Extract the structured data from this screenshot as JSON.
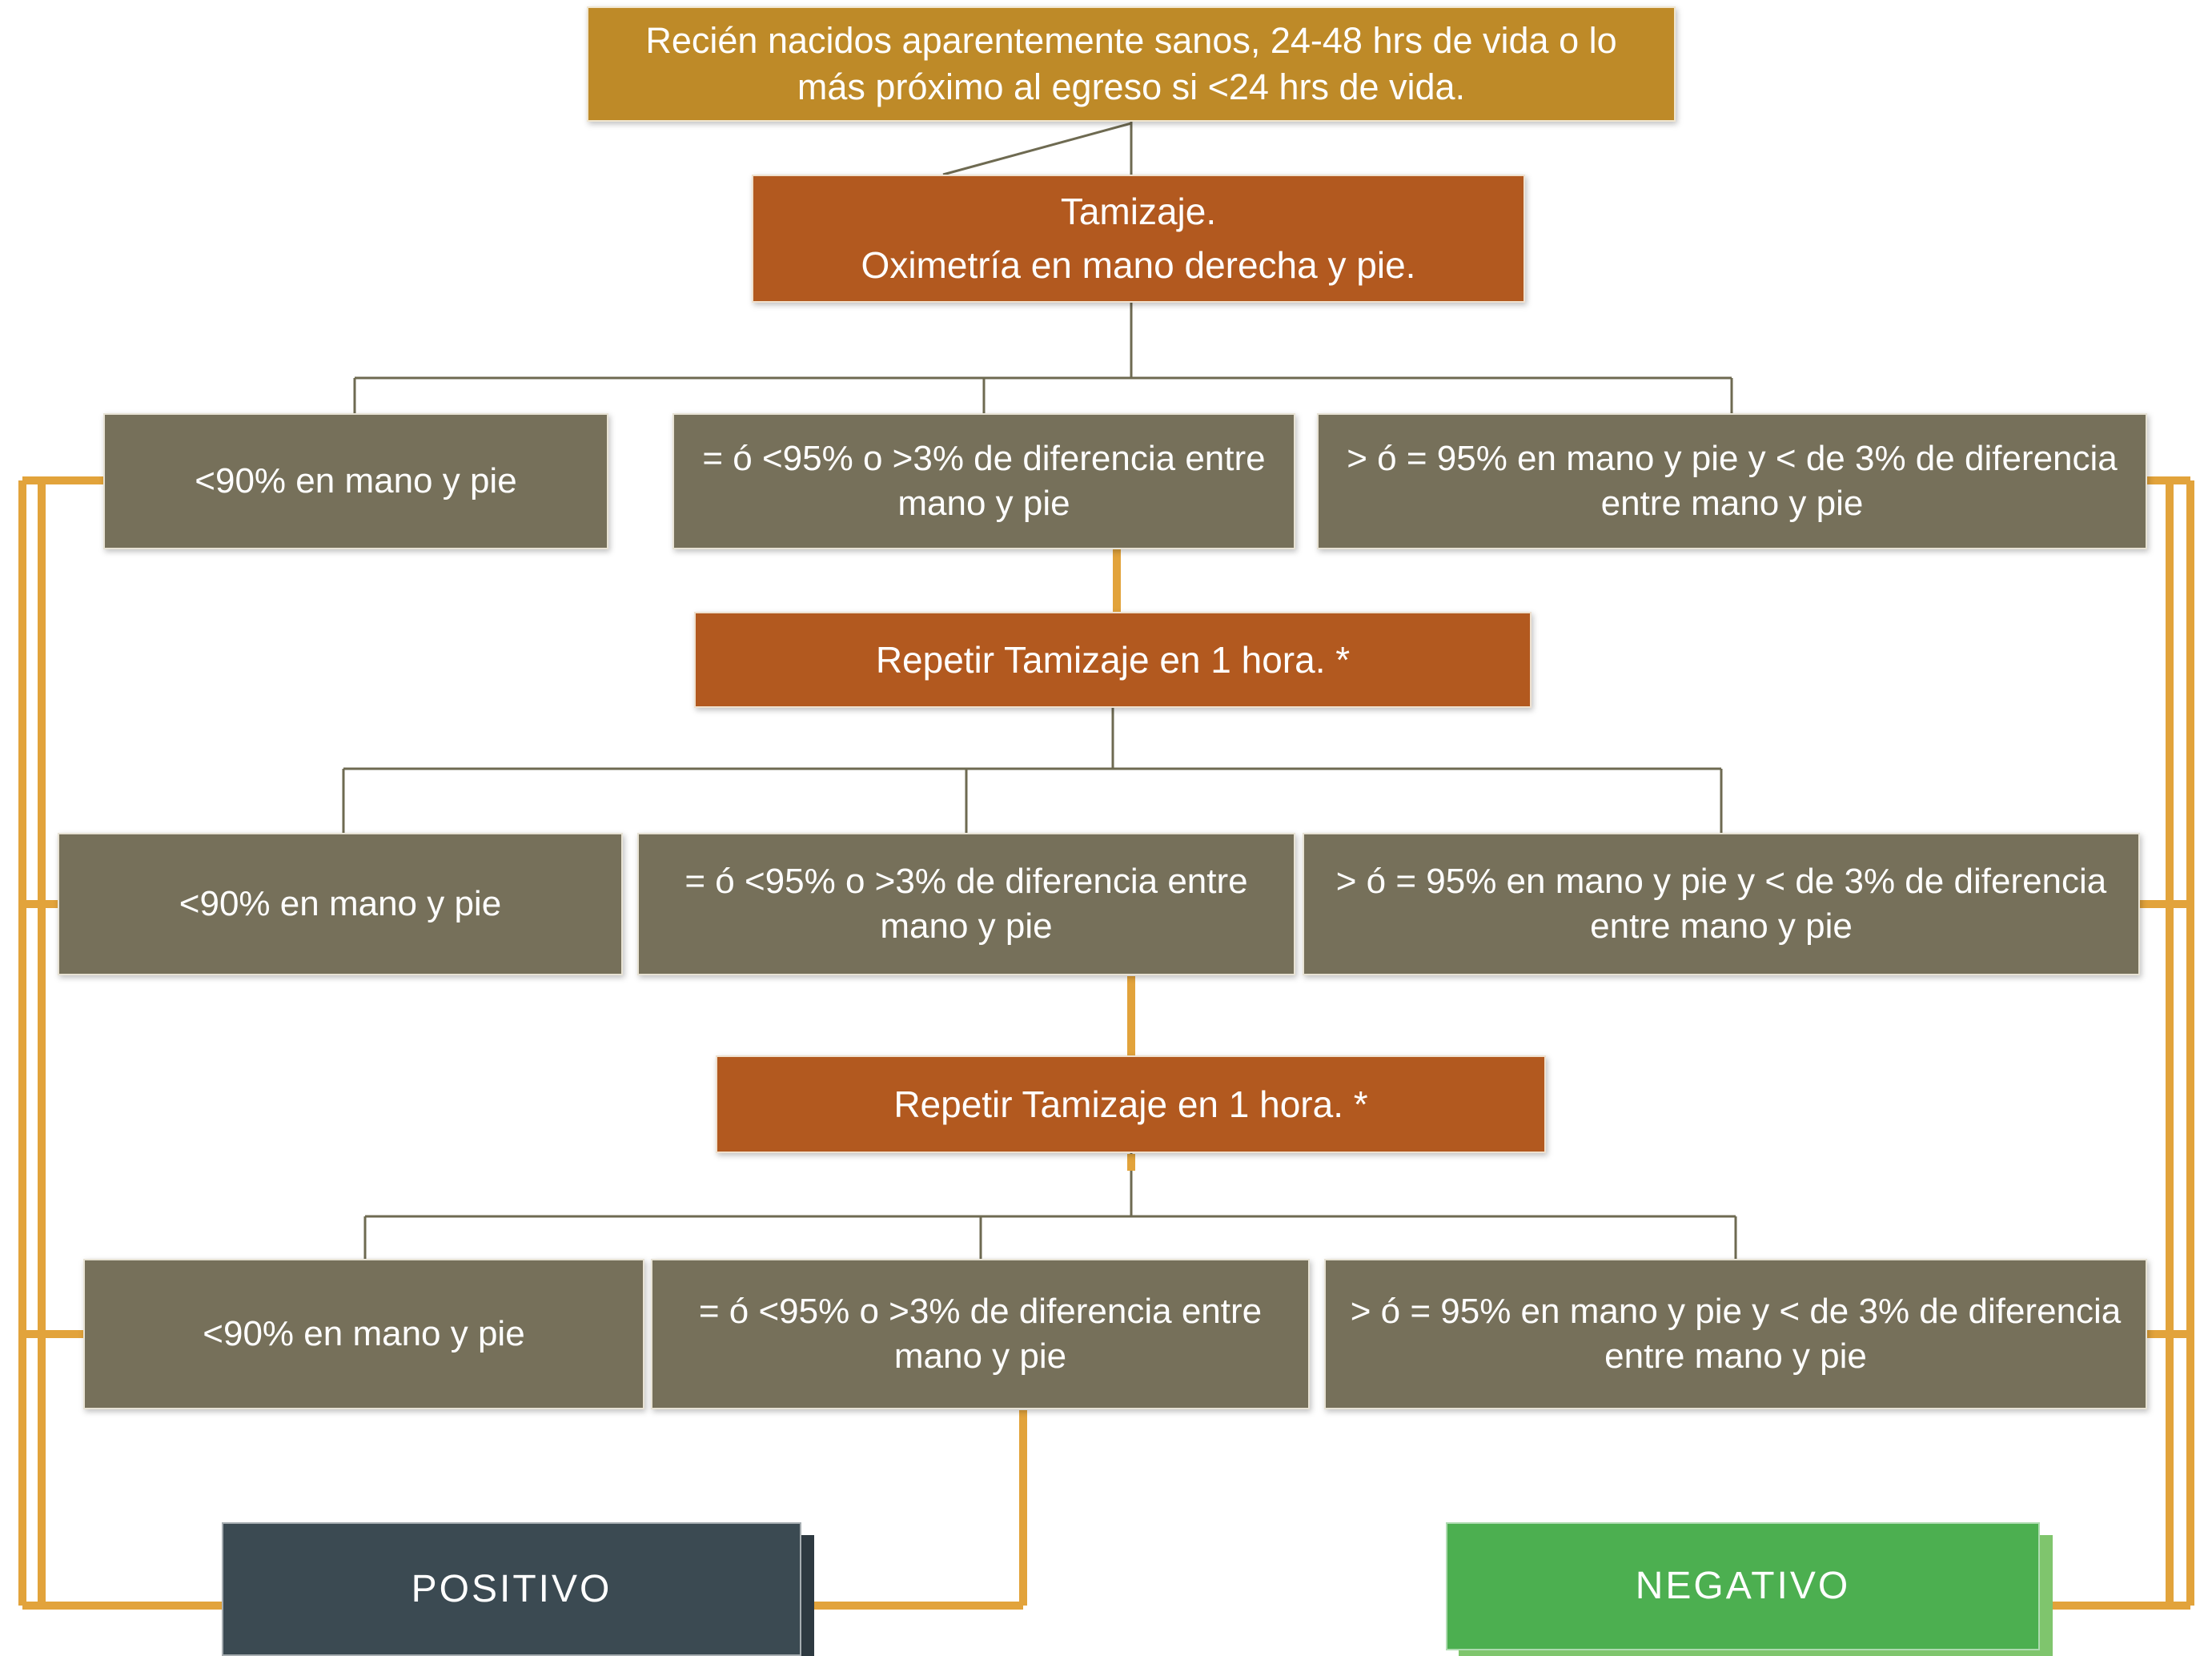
{
  "diagram": {
    "start": "Recién nacidos aparentemente sanos, 24-48 hrs de vida o lo más próximo al egreso si <24 hrs de vida.",
    "screening": {
      "line1": "Tamizaje.",
      "line2": "Oximetría en mano derecha y pie."
    },
    "repeats": [
      "Repetir Tamizaje en 1 hora. *",
      "Repetir Tamizaje en 1 hora. *"
    ],
    "rows": [
      {
        "low": "<90% en mano y pie",
        "mid": "= ó <95% o >3% de diferencia entre mano y pie",
        "high": "> ó = 95% en mano y pie y < de 3% de diferencia entre mano y pie"
      },
      {
        "low": "<90% en mano y pie",
        "mid": "= ó <95% o >3% de diferencia entre mano y pie",
        "high": "> ó = 95% en mano y pie y < de 3% de diferencia entre mano y pie"
      },
      {
        "low": "<90% en mano y pie",
        "mid": "= ó <95% o >3% de diferencia entre mano y pie",
        "high": "> ó = 95% en mano y pie y < de 3% de diferencia entre mano y pie"
      }
    ],
    "positive": "POSITIVO",
    "negative": "NEGATIVO"
  },
  "colors": {
    "start_bg": "#BE8A28",
    "screening_bg": "#B2591F",
    "outcome_bg": "#76705A",
    "positive_bg": "#3B4A52",
    "negative_bg": "#4CAF50",
    "tree_line": "#6E6A51",
    "route_line": "#E2A33B"
  }
}
